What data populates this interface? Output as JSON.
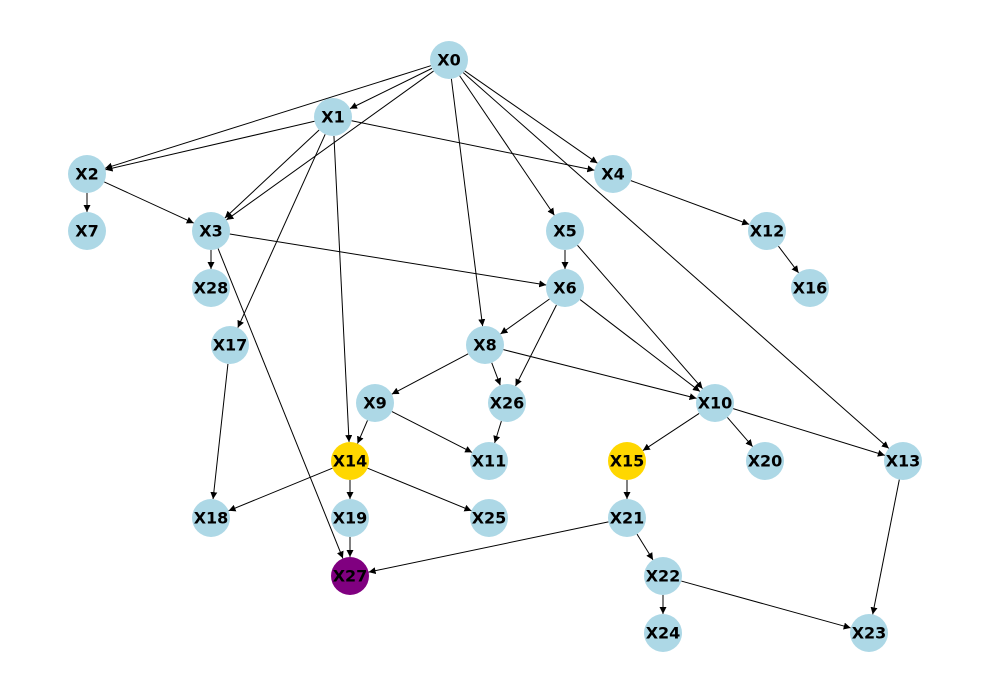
{
  "colors": {
    "default": "#add8e6",
    "highlight": "#ffd700",
    "target": "#800080",
    "edge": "#000000"
  },
  "nodes": [
    {
      "id": "X0",
      "label": "X0",
      "color": "default"
    },
    {
      "id": "X1",
      "label": "X1",
      "color": "default"
    },
    {
      "id": "X2",
      "label": "X2",
      "color": "default"
    },
    {
      "id": "X3",
      "label": "X3",
      "color": "default"
    },
    {
      "id": "X4",
      "label": "X4",
      "color": "default"
    },
    {
      "id": "X5",
      "label": "X5",
      "color": "default"
    },
    {
      "id": "X6",
      "label": "X6",
      "color": "default"
    },
    {
      "id": "X7",
      "label": "X7",
      "color": "default"
    },
    {
      "id": "X8",
      "label": "X8",
      "color": "default"
    },
    {
      "id": "X9",
      "label": "X9",
      "color": "default"
    },
    {
      "id": "X10",
      "label": "X10",
      "color": "default"
    },
    {
      "id": "X11",
      "label": "X11",
      "color": "default"
    },
    {
      "id": "X12",
      "label": "X12",
      "color": "default"
    },
    {
      "id": "X13",
      "label": "X13",
      "color": "default"
    },
    {
      "id": "X14",
      "label": "X14",
      "color": "highlight"
    },
    {
      "id": "X15",
      "label": "X15",
      "color": "highlight"
    },
    {
      "id": "X16",
      "label": "X16",
      "color": "default"
    },
    {
      "id": "X17",
      "label": "X17",
      "color": "default"
    },
    {
      "id": "X18",
      "label": "X18",
      "color": "default"
    },
    {
      "id": "X19",
      "label": "X19",
      "color": "default"
    },
    {
      "id": "X20",
      "label": "X20",
      "color": "default"
    },
    {
      "id": "X21",
      "label": "X21",
      "color": "default"
    },
    {
      "id": "X22",
      "label": "X22",
      "color": "default"
    },
    {
      "id": "X23",
      "label": "X23",
      "color": "default"
    },
    {
      "id": "X24",
      "label": "X24",
      "color": "default"
    },
    {
      "id": "X25",
      "label": "X25",
      "color": "default"
    },
    {
      "id": "X26",
      "label": "X26",
      "color": "default"
    },
    {
      "id": "X27",
      "label": "X27",
      "color": "target"
    },
    {
      "id": "X28",
      "label": "X28",
      "color": "default"
    }
  ],
  "edges": [
    [
      "X0",
      "X1"
    ],
    [
      "X0",
      "X2"
    ],
    [
      "X0",
      "X3"
    ],
    [
      "X0",
      "X4"
    ],
    [
      "X0",
      "X5"
    ],
    [
      "X0",
      "X8"
    ],
    [
      "X0",
      "X13"
    ],
    [
      "X1",
      "X2"
    ],
    [
      "X1",
      "X3"
    ],
    [
      "X1",
      "X4"
    ],
    [
      "X1",
      "X17"
    ],
    [
      "X1",
      "X14"
    ],
    [
      "X2",
      "X7"
    ],
    [
      "X2",
      "X3"
    ],
    [
      "X3",
      "X28"
    ],
    [
      "X3",
      "X6"
    ],
    [
      "X3",
      "X27"
    ],
    [
      "X4",
      "X12"
    ],
    [
      "X12",
      "X16"
    ],
    [
      "X5",
      "X6"
    ],
    [
      "X5",
      "X10"
    ],
    [
      "X6",
      "X8"
    ],
    [
      "X6",
      "X26"
    ],
    [
      "X6",
      "X10"
    ],
    [
      "X8",
      "X9"
    ],
    [
      "X8",
      "X26"
    ],
    [
      "X8",
      "X10"
    ],
    [
      "X9",
      "X14"
    ],
    [
      "X9",
      "X11"
    ],
    [
      "X26",
      "X11"
    ],
    [
      "X10",
      "X15"
    ],
    [
      "X10",
      "X20"
    ],
    [
      "X10",
      "X13"
    ],
    [
      "X14",
      "X18"
    ],
    [
      "X14",
      "X19"
    ],
    [
      "X14",
      "X25"
    ],
    [
      "X17",
      "X18"
    ],
    [
      "X19",
      "X27"
    ],
    [
      "X15",
      "X21"
    ],
    [
      "X21",
      "X27"
    ],
    [
      "X21",
      "X22"
    ],
    [
      "X22",
      "X24"
    ],
    [
      "X22",
      "X23"
    ],
    [
      "X13",
      "X23"
    ]
  ]
}
